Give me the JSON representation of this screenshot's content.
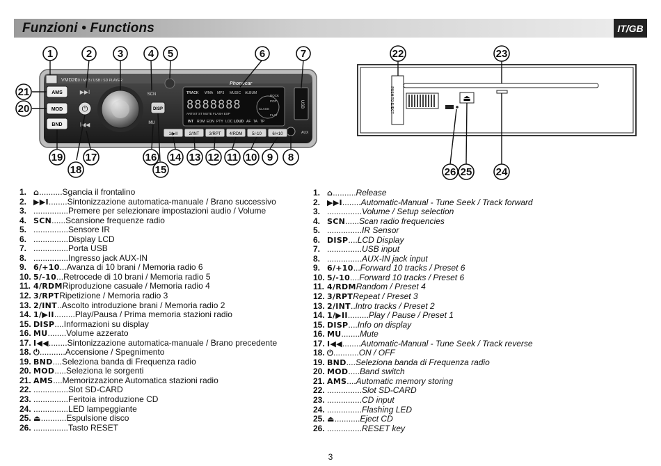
{
  "header": {
    "title": "Funzioni • Functions",
    "lang": "IT/GB"
  },
  "radio": {
    "model": "VMD20",
    "model_sub": "CD / MP3 / USB / SD PLAYER",
    "brand": "Phonocar",
    "usb_label": "USB",
    "aux_label": "AUX",
    "side_buttons": [
      "AMS",
      "MOD",
      "BND"
    ],
    "left_small": [
      "SCN",
      "DISP",
      "MU"
    ],
    "preset_buttons": [
      "1/▶II",
      "2/INT",
      "3/RPT",
      "4/RDM",
      "5/-10",
      "6/+10"
    ],
    "lcd_top": [
      "TRACK",
      "WMA",
      "MP3",
      "MUSIC",
      "ALBUM"
    ],
    "lcd_bottom": [
      "INT",
      "RDM",
      "EON",
      "PTY",
      "LOC",
      "LOUD",
      "AF",
      "TA",
      "TP"
    ],
    "lcd_mid": "ARTIST ST MUTE FLASH ESP",
    "lcd_right": [
      "ROCK",
      "POP",
      "CLASS",
      "FLAT"
    ],
    "cd_side_text": "PUSH TO EJECT"
  },
  "callouts_front": [
    "1",
    "2",
    "3",
    "4",
    "5",
    "6",
    "7",
    "21",
    "20",
    "19",
    "18",
    "17",
    "16",
    "15",
    "14",
    "13",
    "12",
    "11",
    "10",
    "9",
    "8"
  ],
  "callouts_back": [
    "22",
    "23",
    "26",
    "25",
    "24"
  ],
  "it_list": [
    {
      "n": "1.",
      "k": "⌂",
      "d": "..........",
      "t": "Sgancia il frontalino"
    },
    {
      "n": "2.",
      "k": "▶▶I",
      "d": "........",
      "t": "Sintonizzazione automatica-manuale / Brano successivo"
    },
    {
      "n": "3.",
      "k": "",
      "d": "...............",
      "t": "Premere per selezionare impostazioni audio / Volume"
    },
    {
      "n": "4.",
      "k": "SCN",
      "d": "......",
      "t": "Scansione frequenze radio"
    },
    {
      "n": "5.",
      "k": "",
      "d": "...............",
      "t": "Sensore IR"
    },
    {
      "n": "6.",
      "k": "",
      "d": "...............",
      "t": "Display LCD"
    },
    {
      "n": "7.",
      "k": "",
      "d": "...............",
      "t": "Porta USB"
    },
    {
      "n": "8.",
      "k": "",
      "d": "...............",
      "t": "Ingresso jack AUX-IN"
    },
    {
      "n": "9.",
      "k": "6/+10",
      "d": "...",
      "t": "Avanza di 10 brani / Memoria radio 6"
    },
    {
      "n": "10.",
      "k": "5/-10",
      "d": "...",
      "t": "Retrocede di 10 brani / Memoria radio 5"
    },
    {
      "n": "11.",
      "k": "4/RDM",
      "d": "",
      "t": "Riproduzione casuale / Memoria radio 4"
    },
    {
      "n": "12.",
      "k": "3/RPT",
      "d": "",
      "t": "Ripetizione / Memoria radio 3"
    },
    {
      "n": "13.",
      "k": "2/INT",
      "d": "..",
      "t": "Ascolto introduzione brani / Memoria radio 2"
    },
    {
      "n": "14.",
      "k": "1/▶II",
      "d": ".........",
      "t": "Play/Pausa / Prima memoria stazioni radio"
    },
    {
      "n": "15.",
      "k": "DISP",
      "d": "....",
      "t": "Informazioni su display"
    },
    {
      "n": "16.",
      "k": "MU",
      "d": "........",
      "t": "Volume azzerato"
    },
    {
      "n": "17.",
      "k": "I◀◀",
      "d": "........",
      "t": "Sintonizzazione automatica-manuale / Brano precedente"
    },
    {
      "n": "18.",
      "k": "⏻",
      "d": "...........",
      "t": "Accensione / Spegnimento"
    },
    {
      "n": "19.",
      "k": "BND",
      "d": "....",
      "t": "Seleziona banda di Frequenza radio"
    },
    {
      "n": "20.",
      "k": "MOD",
      "d": ".....",
      "t": "Seleziona le sorgenti"
    },
    {
      "n": "21.",
      "k": "AMS",
      "d": "....",
      "t": "Memorizzazione Automatica stazioni radio"
    },
    {
      "n": "22.",
      "k": "",
      "d": "...............",
      "t": "Slot SD-CARD"
    },
    {
      "n": "23.",
      "k": "",
      "d": "...............",
      "t": "Feritoia introduzione CD"
    },
    {
      "n": "24.",
      "k": "",
      "d": "...............",
      "t": "LED lampeggiante"
    },
    {
      "n": "25.",
      "k": "⏏",
      "d": "...........",
      "t": "Espulsione disco"
    },
    {
      "n": "26.",
      "k": "",
      "d": "...............",
      "t": "Tasto RESET"
    }
  ],
  "gb_list": [
    {
      "n": "1.",
      "k": "⌂",
      "d": "..........",
      "t": "Release"
    },
    {
      "n": "2.",
      "k": "▶▶I",
      "d": "........",
      "t": "Automatic-Manual - Tune Seek / Track forward"
    },
    {
      "n": "3.",
      "k": "",
      "d": "...............",
      "t": "Volume / Setup selection"
    },
    {
      "n": "4.",
      "k": "SCN",
      "d": "......",
      "t": "Scan radio frequencies"
    },
    {
      "n": "5.",
      "k": "",
      "d": "...............",
      "t": "IR Sensor"
    },
    {
      "n": "6.",
      "k": "DISP",
      "d": "....",
      "t": "LCD Display"
    },
    {
      "n": "7.",
      "k": "",
      "d": "...............",
      "t": "USB input"
    },
    {
      "n": "8.",
      "k": "",
      "d": "...............",
      "t": "AUX-IN jack input"
    },
    {
      "n": "9.",
      "k": "6/+10",
      "d": "...",
      "t": "Forward 10 tracks / Preset 6"
    },
    {
      "n": "10.",
      "k": "5/-10",
      "d": "....",
      "t": "Forward 10 tracks / Preset 6"
    },
    {
      "n": "11.",
      "k": "4/RDM",
      "d": "",
      "t": "Random / Preset 4"
    },
    {
      "n": "12.",
      "k": "3/RPT",
      "d": "",
      "t": "Repeat / Preset 3"
    },
    {
      "n": "13.",
      "k": "2/INT",
      "d": "..",
      "t": "Intro tracks / Preset 2"
    },
    {
      "n": "14.",
      "k": "1/▶II",
      "d": ".........",
      "t": "Play / Pause / Preset 1"
    },
    {
      "n": "15.",
      "k": "DISP",
      "d": "....",
      "t": "Info on display"
    },
    {
      "n": "16.",
      "k": "MU",
      "d": "........",
      "t": "Mute"
    },
    {
      "n": "17.",
      "k": "I◀◀",
      "d": "........",
      "t": "Automatic-Manual - Tune Seek / Track reverse"
    },
    {
      "n": "18.",
      "k": "⏻",
      "d": "...........",
      "t": "ON / OFF"
    },
    {
      "n": "19.",
      "k": "BND",
      "d": "....",
      "t": "Seleziona banda di Frequenza radio"
    },
    {
      "n": "20.",
      "k": "MOD",
      "d": ".....",
      "t": "Band switch"
    },
    {
      "n": "21.",
      "k": "AMS",
      "d": "....",
      "t": "Automatic memory storing"
    },
    {
      "n": "22.",
      "k": "",
      "d": "...............",
      "t": "Slot SD-CARD"
    },
    {
      "n": "23.",
      "k": "",
      "d": "...............",
      "t": "CD input"
    },
    {
      "n": "24.",
      "k": "",
      "d": "...............",
      "t": "Flashing LED"
    },
    {
      "n": "25.",
      "k": "⏏",
      "d": "...........",
      "t": "Eject CD"
    },
    {
      "n": "26.",
      "k": "",
      "d": "...............",
      "t": "RESET key"
    }
  ],
  "page_number": "3"
}
